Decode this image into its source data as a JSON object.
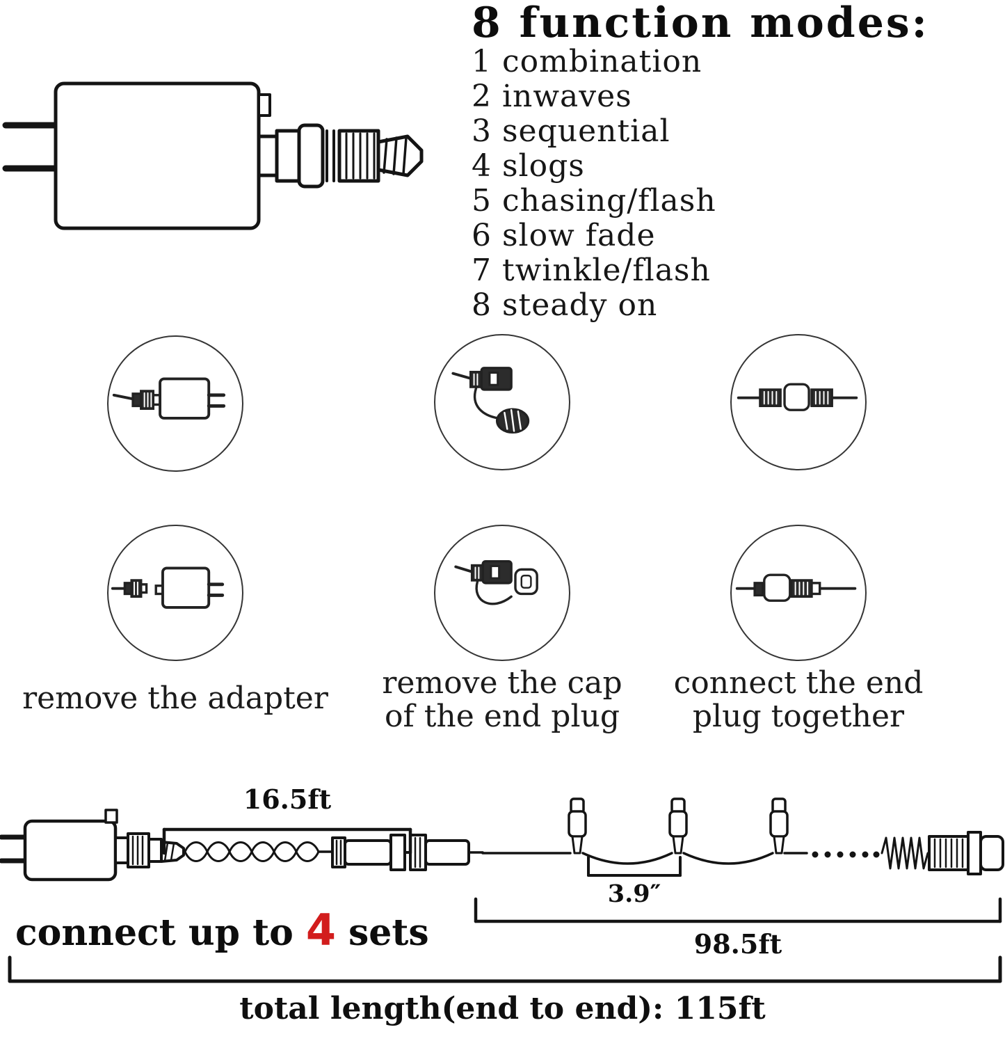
{
  "modes": {
    "title": "8 function modes:",
    "items": [
      "1 combination",
      "2 inwaves",
      "3 sequential",
      "4 slogs",
      "5 chasing/flash",
      "6 slow fade",
      "7 twinkle/flash",
      "8 steady on"
    ]
  },
  "steps": [
    {
      "lines": [
        "remove the adapter"
      ]
    },
    {
      "lines": [
        "remove the cap",
        "of the end plug"
      ]
    },
    {
      "lines": [
        "connect the end",
        "plug together"
      ]
    }
  ],
  "diagram": {
    "lead_length": "16.5ft",
    "bulb_spacing": "3.9″",
    "string_length": "98.5ft",
    "total_length": "total length(end to end): 115ft",
    "connect": {
      "prefix": "connect up to",
      "count": "4",
      "suffix": "sets"
    }
  },
  "colors": {
    "ink": "#141414",
    "accent_red": "#d21d1d"
  }
}
